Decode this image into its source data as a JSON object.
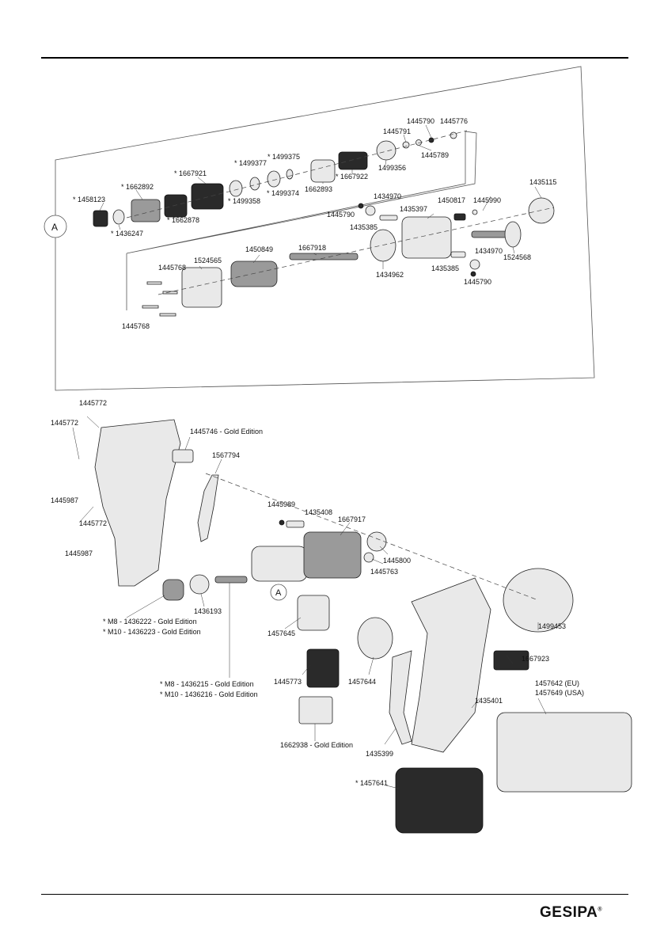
{
  "brand": {
    "name": "GESIPA",
    "mark": "®"
  },
  "callout": {
    "letter": "A"
  },
  "parts": {
    "p1445790a": "1445790",
    "p1445776": "1445776",
    "p1445791": "1445791",
    "p1445789": "1445789",
    "p1499375": "* 1499375",
    "p1499356": "1499356",
    "p1499377": "* 1499377",
    "p1667921": "* 1667921",
    "p1667922": "* 1667922",
    "p1662892": "* 1662892",
    "p1499374": "* 1499374",
    "p1662893": "1662893",
    "p1499358": "* 1499358",
    "p1458123": "* 1458123",
    "p1662878": "* 1662878",
    "p1436247": "* 1436247",
    "p1434970a": "1434970",
    "p1450817": "1450817",
    "p1445990": "1445990",
    "p1435115": "1435115",
    "p1445790b": "1445790",
    "p1435397": "1435397",
    "p1435385a": "1435385",
    "p1450849": "1450849",
    "p1667918": "1667918",
    "p1524565": "1524565",
    "p1445768a": "1445768",
    "p1434970b": "1434970",
    "p1524568": "1524568",
    "p1434962": "1434962",
    "p1435385b": "1435385",
    "p1445790c": "1445790",
    "p1445768b": "1445768",
    "p1445772a": "1445772",
    "p1445772b": "1445772",
    "p1445746": "1445746 - Gold Edition",
    "p1567794": "1567794",
    "p1445987a": "1445987",
    "p1445772c": "1445772",
    "p1445989": "1445989",
    "p1435408": "1435408",
    "p1667917": "1667917",
    "p1445987b": "1445987",
    "p1445800": "1445800",
    "p1445763": "1445763",
    "p1436193": "1436193",
    "p1436222": "* M8 - 1436222 - Gold Edition",
    "p1436223": "* M10 - 1436223 - Gold Edition",
    "p1457645": "1457645",
    "p1499453": "1499453",
    "p1667923": "1667923",
    "p1436215": "* M8 - 1436215 - Gold Edition",
    "p1436216": "* M10 - 1436216 - Gold Edition",
    "p1445773": "1445773",
    "p1457644": "1457644",
    "p1457642": "1457642 (EU)",
    "p1457649": "1457649 (USA)",
    "p1435401": "1435401",
    "p1662938": "1662938 - Gold Edition",
    "p1435399": "1435399",
    "p1457641": "* 1457641"
  }
}
